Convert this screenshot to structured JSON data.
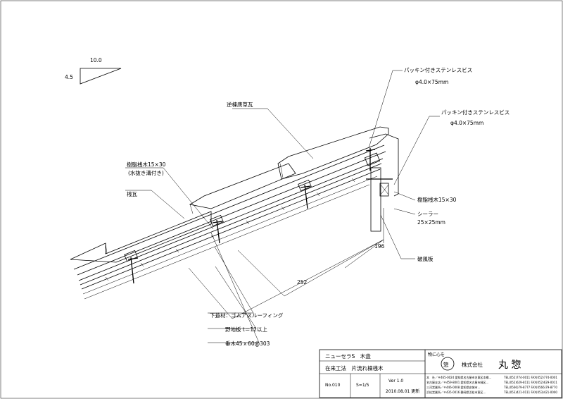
{
  "slope": {
    "run": "10.0",
    "rise": "4.5"
  },
  "labels": {
    "screw_top": "パッキン付きステンレスビス",
    "screw_top_size": "φ4.0×75mm",
    "screw_right": "パッキン付きステンレスビス",
    "screw_right_size": "φ4.0×75mm",
    "ridge_tile": "逆棟唐草瓦",
    "batten_1": "樹脂桟木15×30",
    "batten_1_note": "(水抜き溝付き)",
    "sanga": "桟瓦",
    "batten_2": "樹脂桟木15×30",
    "sealer": "シーラー",
    "sealer_size": "25×25mm",
    "fascia": "破風板",
    "underlay": "下葺材：ゴムアスルーフィング",
    "sheathing": "野地板 t＝12以上",
    "rafter": "垂木45ｘ60@303"
  },
  "dimensions": {
    "d196": "196",
    "d252": "252"
  },
  "title_block": {
    "product": "ニューセラS　木造",
    "method": "在来工法　片流れ棟桟木",
    "number": "No.010",
    "scale": "S=1/5",
    "version": "Ver 1.0",
    "date": "2010.08.01 更新",
    "slogan": "物に心を",
    "company": "株式会社",
    "company_name": "丸 惣",
    "logo_char": "惣",
    "contact_lines": [
      "本　社／〒465-0024 愛知県名古屋市名東区本郷...",
      "名古屋支店／〒459-8001 愛知県名古屋市緑区...",
      "三河営業所／〒446-0008 愛知県安城市...",
      "浜松営業所／〒435-0016 静岡県浜松市東区..."
    ],
    "phone_lines": [
      "TEL(052)774-0011 FAX(052)774-0001",
      "TEL(052)629-8111 FAX(052)629-0011",
      "TEL(0566)79-8777 FAX(0566)79-8770",
      "TEL(053)421-0111 FAX(053)421-0000"
    ]
  }
}
